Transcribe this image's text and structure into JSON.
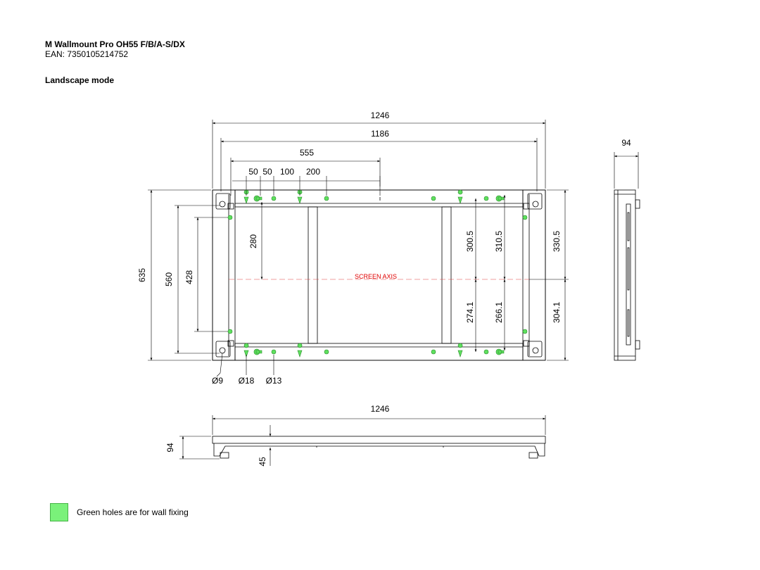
{
  "header": {
    "product_name": "M Wallmount Pro OH55 F/B/A-S/DX",
    "ean": "EAN: 7350105214752",
    "mode": "Landscape mode"
  },
  "front_view": {
    "dim_1246": "1246",
    "dim_1186": "1186",
    "dim_555": "555",
    "dim_50a": "50",
    "dim_50b": "50",
    "dim_100": "100",
    "dim_200": "200",
    "dim_635": "635",
    "dim_560": "560",
    "dim_428": "428",
    "dim_280": "280",
    "dim_300_5": "300.5",
    "dim_310_5": "310.5",
    "dim_330_5": "330.5",
    "dim_274_1": "274.1",
    "dim_266_1": "266.1",
    "dim_304_1": "304.1",
    "screen_axis": "SCREEN AXIS",
    "hole_d9": "Ø9",
    "hole_d18": "Ø18",
    "hole_d13": "Ø13"
  },
  "side_view": {
    "dim_94": "94"
  },
  "bottom_view": {
    "dim_1246": "1246",
    "dim_94": "94",
    "dim_45": "45"
  },
  "legend": {
    "text": "Green holes are for wall fixing",
    "color": "#7af17a"
  }
}
